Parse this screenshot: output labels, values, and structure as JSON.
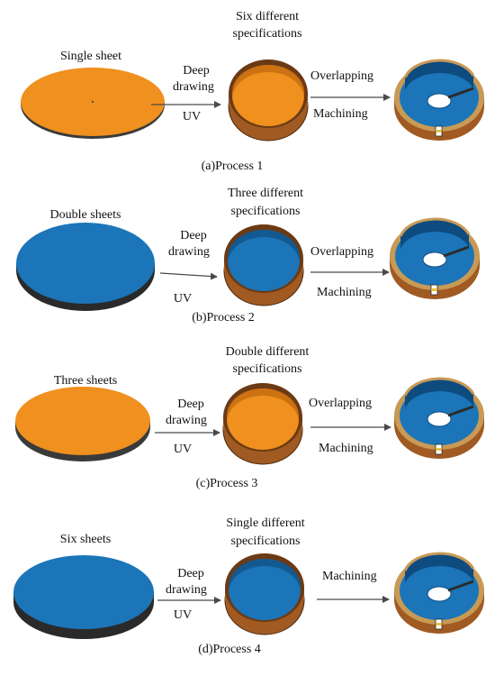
{
  "palette": {
    "orange": "#f0901e",
    "blue": "#1b75b8",
    "shell_brown": "#a05a22",
    "rim_tan": "#c89a55",
    "gap_yellow": "#f1c22a",
    "arrow_grey": "#4a4a4a"
  },
  "processes": [
    {
      "stock_label": "Single sheet",
      "part_label": [
        "Six different",
        "specifications"
      ],
      "step1_label": [
        "Deep",
        "drawing"
      ],
      "step1_sub": "UV",
      "step2_top": "Overlapping",
      "step2_bottom": "Machining",
      "caption": "(a)Process 1",
      "sheet_color": "orange",
      "cup_fill": "orange"
    },
    {
      "stock_label": "Double sheets",
      "part_label": [
        "Three different",
        "specifications"
      ],
      "step1_label": [
        "Deep",
        "drawing"
      ],
      "step1_sub": "UV",
      "step2_top": "Overlapping",
      "step2_bottom": "Machining",
      "caption": "(b)Process 2",
      "sheet_color": "blue",
      "cup_fill": "blue"
    },
    {
      "stock_label": "Three sheets",
      "part_label": [
        "Double different",
        "specifications"
      ],
      "step1_label": [
        "Deep",
        "drawing"
      ],
      "step1_sub": "UV",
      "step2_top": "Overlapping",
      "step2_bottom": "Machining",
      "caption": "(c)Process 3",
      "sheet_color": "orange",
      "cup_fill": "orange"
    },
    {
      "stock_label": "Six sheets",
      "part_label": [
        "Single different",
        "specifications"
      ],
      "step1_label": [
        "Deep",
        "drawing"
      ],
      "step1_sub": "UV",
      "step2_top": "",
      "step2_bottom": "Machining",
      "caption": "(d)Process 4",
      "sheet_color": "blue",
      "cup_fill": "blue"
    }
  ]
}
